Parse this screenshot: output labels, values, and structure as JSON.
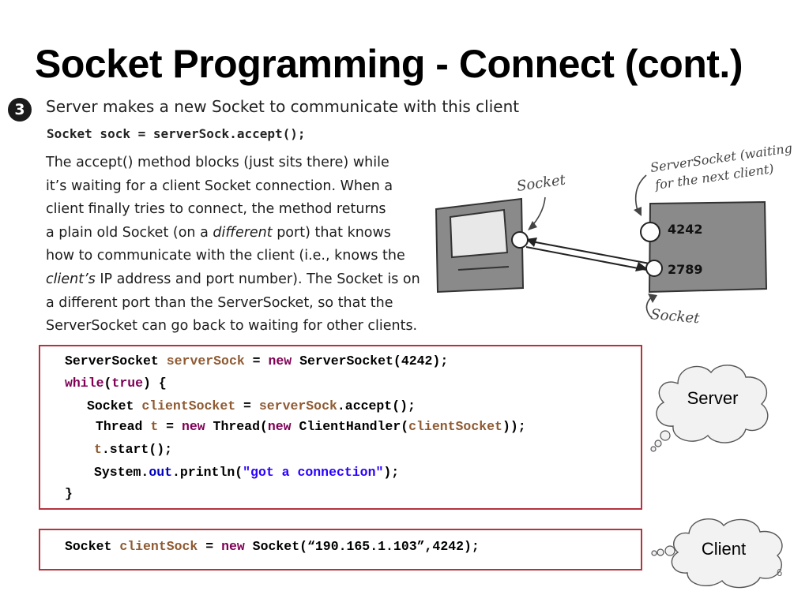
{
  "slide": {
    "title": "Socket Programming - Connect (cont.)",
    "page_number": "6"
  },
  "step": {
    "number": "3",
    "heading": "Server makes a new Socket to communicate with this client",
    "code": "Socket sock = serverSock.accept();",
    "paragraph_lines": [
      [
        "The accept() method blocks (just sits there) while"
      ],
      [
        "it’s waiting for a client Socket connection. When a"
      ],
      [
        "client finally tries to connect, the method returns"
      ],
      [
        "a plain old Socket (on a ",
        "different",
        " port) that knows"
      ],
      [
        "how to communicate with the client (i.e., knows the"
      ],
      [
        "client’s",
        " IP address and port number). The Socket is on"
      ],
      [
        "a different port than the ServerSocket, so that the"
      ],
      [
        "ServerSocket can go back to waiting for other clients."
      ]
    ]
  },
  "diagram": {
    "client_socket_label": "Socket",
    "server_socket_label_line1": "ServerSocket (waiting",
    "server_socket_label_line2": "for the next client)",
    "server_port": "4242",
    "socket_port": "2789",
    "server_side_socket_label": "Socket"
  },
  "server_code": {
    "lines": [
      [
        [
          "t",
          "ServerSocket "
        ],
        [
          "var",
          "serverSock"
        ],
        [
          "t",
          " = "
        ],
        [
          "kw",
          "new"
        ],
        [
          "t",
          " ServerSocket(4242);"
        ]
      ],
      [
        [
          "kw",
          "while"
        ],
        [
          "t",
          "("
        ],
        [
          "kw",
          "true"
        ],
        [
          "t",
          ") {"
        ]
      ],
      [
        [
          "t",
          "Socket "
        ],
        [
          "var",
          "clientSocket"
        ],
        [
          "t",
          " = "
        ],
        [
          "var",
          "serverSock"
        ],
        [
          "t",
          ".accept();"
        ]
      ],
      [
        [
          "t",
          "Thread "
        ],
        [
          "var",
          "t"
        ],
        [
          "t",
          " = "
        ],
        [
          "kw",
          "new"
        ],
        [
          "t",
          " Thread("
        ],
        [
          "kw",
          "new"
        ],
        [
          "t",
          " ClientHandler("
        ],
        [
          "var",
          "clientSocket"
        ],
        [
          "t",
          "));"
        ]
      ],
      [
        [
          "var",
          "t"
        ],
        [
          "t",
          ".start();"
        ]
      ],
      [
        [
          "t",
          "System."
        ],
        [
          "fld",
          "out"
        ],
        [
          "t",
          ".println("
        ],
        [
          "str",
          "\"got a connection\""
        ],
        [
          "t",
          ");"
        ]
      ],
      [
        [
          "t",
          "}"
        ]
      ]
    ]
  },
  "client_code": {
    "lines": [
      [
        [
          "t",
          "Socket "
        ],
        [
          "var",
          "clientSock"
        ],
        [
          "t",
          " = "
        ],
        [
          "kw",
          "new"
        ],
        [
          "t",
          " Socket(“190.165.1.103”,4242);"
        ]
      ]
    ]
  },
  "callouts": {
    "server": "Server",
    "client": "Client"
  }
}
